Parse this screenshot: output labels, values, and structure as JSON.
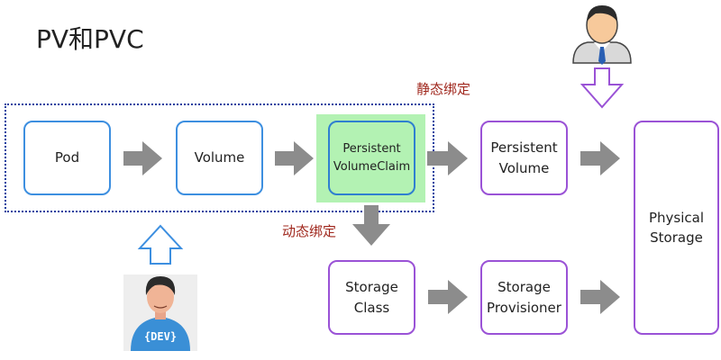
{
  "title": "PV和PVC",
  "boxes": {
    "pod": "Pod",
    "volume": "Volume",
    "pvc": "Persistent\nVolumeClaim",
    "pv": "Persistent\nVolume",
    "storage_class": "Storage\nClass",
    "storage_provisioner": "Storage\nProvisioner",
    "physical_storage": "Physical\nStorage"
  },
  "labels": {
    "static_binding": "静态绑定",
    "dynamic_binding": "动态绑定"
  },
  "dev_badge": "{DEV}",
  "colors": {
    "blue_border": "#3d8fe0",
    "purple_border": "#9a52d6",
    "pvc_highlight": "#b3f2b3",
    "dotted_border": "#1a3fa0",
    "arrow_gray": "#8c8c8c",
    "label_red": "#a0281e",
    "dev_shirt": "#3a8fd6"
  },
  "icons": [
    "admin-user-icon",
    "developer-user-icon",
    "gray-arrow-icon",
    "outline-arrow-icon"
  ]
}
